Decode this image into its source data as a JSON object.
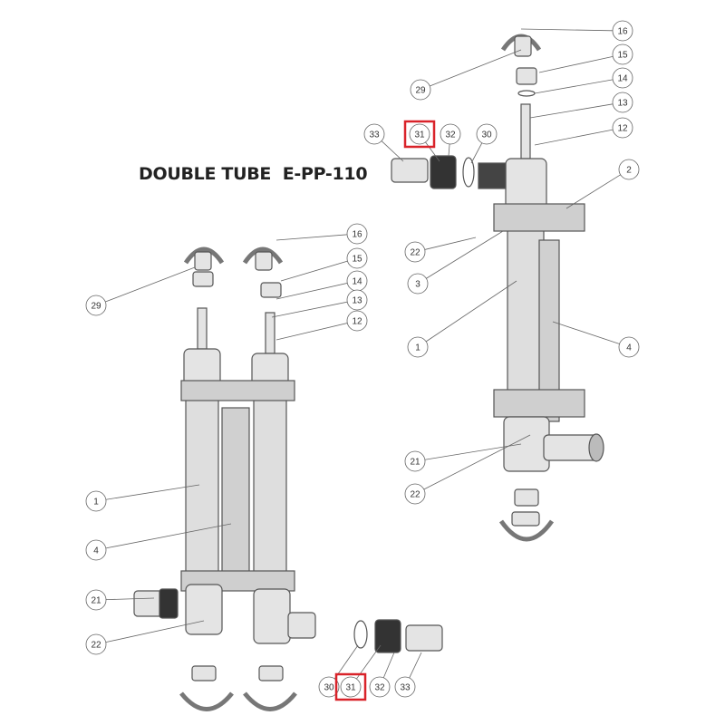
{
  "title": "DOUBLE TUBE  E-PP-110",
  "highlight_color": "#d9232a",
  "right_assembly_callouts": [
    "16",
    "15",
    "14",
    "13",
    "12",
    "2",
    "4",
    "29",
    "33",
    "31",
    "32",
    "30",
    "22",
    "3",
    "1",
    "21",
    "22"
  ],
  "left_assembly_callouts": [
    "16",
    "15",
    "14",
    "13",
    "12",
    "29",
    "1",
    "4",
    "21",
    "22"
  ],
  "loose_parts_callouts": [
    "30",
    "31",
    "32",
    "33"
  ],
  "highlighted_part": "31"
}
